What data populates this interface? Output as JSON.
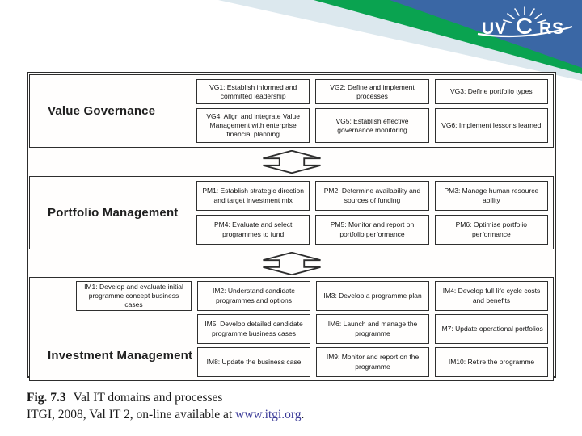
{
  "header": {
    "logo": {
      "left": "UV",
      "right": "RS"
    },
    "colors": {
      "blue": "#3a67a5",
      "green": "#0aa350",
      "pale": "#dce8ee"
    }
  },
  "figure": {
    "domains": [
      {
        "label": "Value Governance",
        "processes": [
          {
            "id": "VG1",
            "text": "VG1: Establish informed and committed leadership"
          },
          {
            "id": "VG2",
            "text": "VG2: Define and implement processes"
          },
          {
            "id": "VG3",
            "text": "VG3: Define portfolio types"
          },
          {
            "id": "VG4",
            "text": "VG4: Align and integrate Value Management with enterprise financial planning"
          },
          {
            "id": "VG5",
            "text": "VG5: Establish effective governance monitoring"
          },
          {
            "id": "VG6",
            "text": "VG6: Implement lessons learned"
          }
        ]
      },
      {
        "label": "Portfolio Management",
        "processes": [
          {
            "id": "PM1",
            "text": "PM1: Establish strategic direction and target investment mix"
          },
          {
            "id": "PM2",
            "text": "PM2: Determine availability and sources of funding"
          },
          {
            "id": "PM3",
            "text": "PM3: Manage human resource ability"
          },
          {
            "id": "PM4",
            "text": "PM4: Evaluate and select programmes to fund"
          },
          {
            "id": "PM5",
            "text": "PM5: Monitor and report on portfolio performance"
          },
          {
            "id": "PM6",
            "text": "PM6: Optimise portfolio performance"
          }
        ]
      },
      {
        "label": "Investment Management",
        "processes": [
          {
            "id": "IM1",
            "text": "IM1: Develop and evaluate initial programme concept business cases"
          },
          {
            "id": "IM2",
            "text": "IM2: Understand candidate programmes and options"
          },
          {
            "id": "IM3",
            "text": "IM3: Develop a programme plan"
          },
          {
            "id": "IM4",
            "text": "IM4: Develop full life cycle costs and benefits"
          },
          {
            "id": "IM5",
            "text": "IM5: Develop detailed candidate programme business cases"
          },
          {
            "id": "IM6",
            "text": "IM6: Launch and manage the programme"
          },
          {
            "id": "IM7",
            "text": "IM7: Update operational portfolios"
          },
          {
            "id": "IM8",
            "text": "IM8: Update the business case"
          },
          {
            "id": "IM9",
            "text": "IM9: Monitor and report on the programme"
          },
          {
            "id": "IM10",
            "text": "IM10: Retire the programme"
          }
        ]
      }
    ]
  },
  "caption": {
    "fig_label": "Fig. 7.3",
    "fig_title": "Val IT domains and processes",
    "source_prefix": "ITGI, 2008, Val IT 2, on-line available at ",
    "link_text": "www.itgi.org",
    "suffix": "."
  }
}
